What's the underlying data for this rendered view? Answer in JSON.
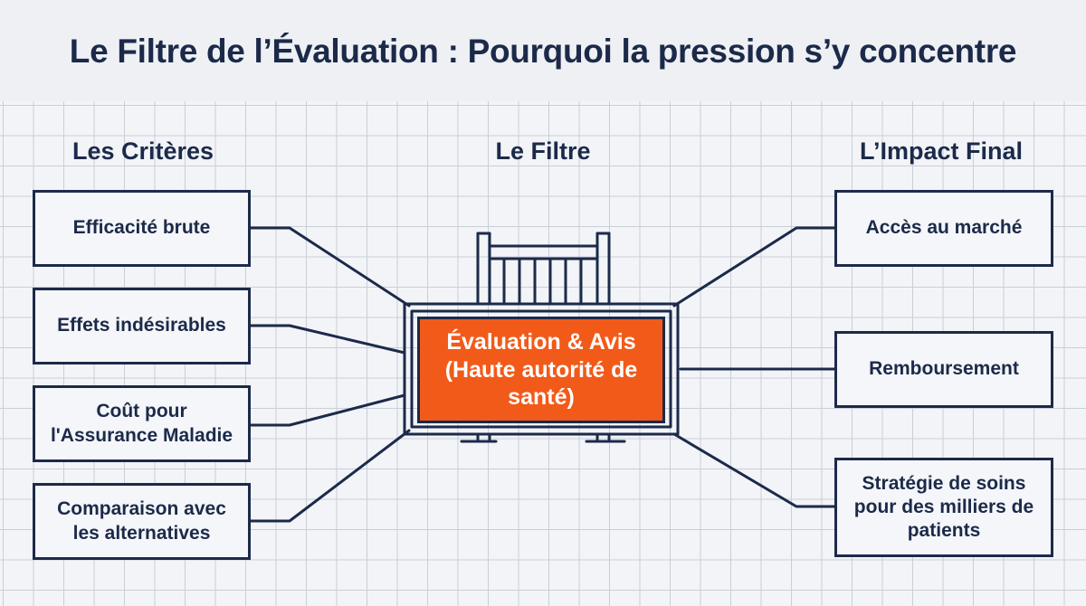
{
  "title": "Le Filtre de l’Évaluation : Pourquoi la pression s’y concentre",
  "columns": {
    "left": "Les Critères",
    "center": "Le Filtre",
    "right": "L’Impact Final"
  },
  "criteria": [
    "Efficacité brute",
    "Effets indésirables",
    "Coût pour l'Assurance Maladie",
    "Comparaison avec les alternatives"
  ],
  "filter": "Évaluation & Avis (Haute autorité de santé)",
  "impacts": [
    "Accès au marché",
    "Remboursement",
    "Stratégie de soins pour des milliers de patients"
  ],
  "colors": {
    "ink": "#1c2a4a",
    "accent": "#f25a19",
    "grid": "#c9ced8"
  }
}
